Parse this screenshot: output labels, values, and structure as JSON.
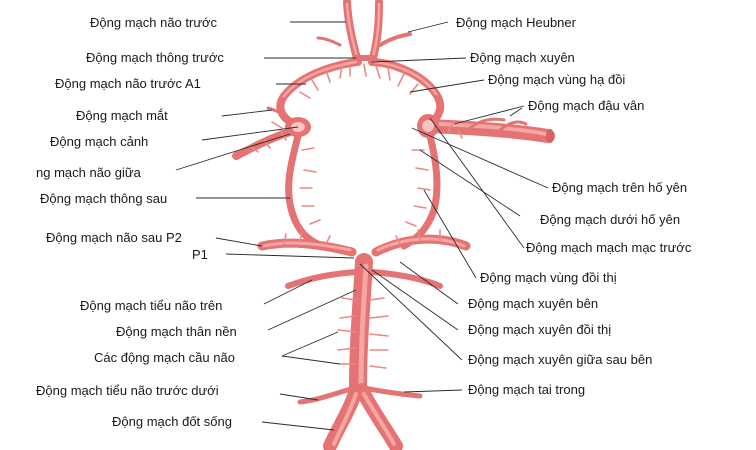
{
  "colors": {
    "vessel": "#e57373",
    "vessel_highlight": "#f4a6a3",
    "label": "#1a1a1a",
    "leader": "#2b2b2b"
  },
  "labels": {
    "aca": "Động mạch não trước",
    "acom": "Động mạch thông trước",
    "a1": "Động mạch não trước  A1",
    "ophthalmic": "Động mạch mắt",
    "ica": "Động mạch cảnh",
    "mca": "ng mạch não giữa",
    "pcom": "Động mạch thông sau",
    "pca_p2": "Động mạch não sau P2",
    "p1": "P1",
    "sca": "Động mạch tiểu não trên",
    "basilar": "Động mạch thân nền",
    "pontine": "Các động mạch cầu não",
    "aica": "Động mạch tiểu não trước dưới",
    "vertebral": "Động mạch đốt sống",
    "heubner": "Động mạch Heubner",
    "perforating": "Động mạch xuyên",
    "hypothalamic": "Động mạch vùng hạ đồi",
    "lenticulostriate": "Động mạch đậu vân",
    "superior_hypophyseal": "Động mạch trên hố yên",
    "inferior_hypophyseal": "Động mạch dưới hố yên",
    "anterior_choroidal": "Động mạch mạch mạc trước",
    "thalamic": "Động mạch vùng đồi thị",
    "lateral_perforating": "Động mạch xuyên bên",
    "thalamoperforating": "Động mạch xuyên đồi thị",
    "posterolateral_perforating": "Động mạch xuyên giữa sau bên",
    "labyrinthine": "Động mạch tai trong"
  }
}
